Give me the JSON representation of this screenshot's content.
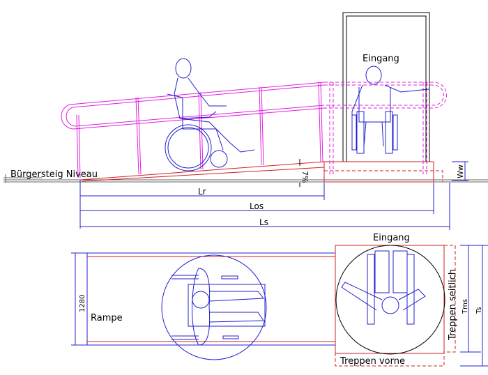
{
  "side_view": {
    "entrance_label": "Eingang",
    "sidewalk_label": "Bürgersteig Niveau",
    "slope_label": "7%",
    "landing_height_label": "Ww",
    "dim_ramp_length": "Lr",
    "dim_overall_length": "Los",
    "dim_total_length": "Ls"
  },
  "plan_view": {
    "entrance_label": "Eingang",
    "ramp_label": "Rampe",
    "ramp_width_label": "1280",
    "stairs_side_label": "Treppen seitlich",
    "stairs_front_label": "Treppen vorne",
    "dim_landing_depth": "Tms",
    "dim_total_depth": "Ts"
  },
  "colors": {
    "structure": "#2020d0",
    "ramp": "#d02020",
    "handrail": "#e020e0"
  }
}
